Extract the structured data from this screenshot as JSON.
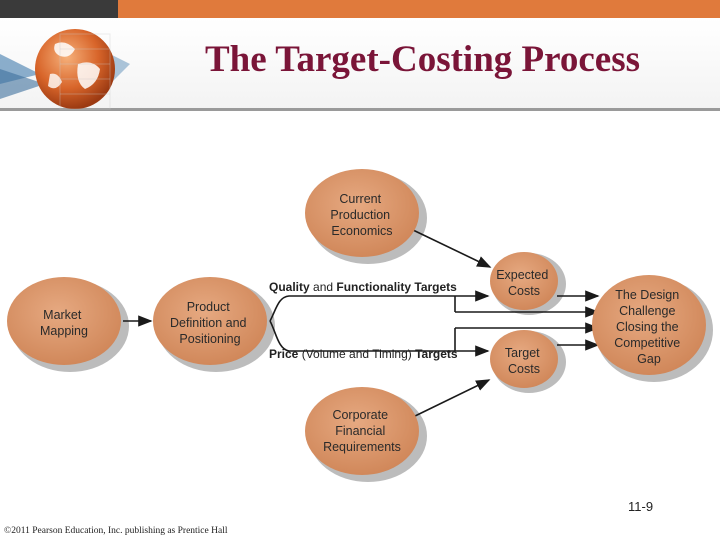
{
  "slide": {
    "title": "The Target-Costing Process",
    "number": "11-9",
    "copyright": "©2011 Pearson Education, Inc. publishing as Prentice Hall"
  },
  "colors": {
    "title": "#7a1538",
    "oval_fill": "#d9956a",
    "oval_shadow": "#bdbdbd",
    "topbar_orange": "#e07a3c",
    "topbar_dark": "#3a3a3a"
  },
  "diagram": {
    "nodes": {
      "market_mapping": [
        "Market",
        "Mapping"
      ],
      "product_definition": [
        "Product",
        "Definition and",
        "Positioning"
      ],
      "current_production": [
        "Current",
        "Production",
        "Economics"
      ],
      "expected_costs": [
        "Expected",
        "Costs"
      ],
      "target_costs": [
        "Target",
        "Costs"
      ],
      "corporate_financial": [
        "Corporate",
        "Financial",
        "Requirements"
      ],
      "design_challenge": [
        "The Design",
        "Challenge",
        "Closing the",
        "Competitive",
        "Gap"
      ]
    },
    "labels": {
      "quality_targets_bold": "Quality",
      "quality_targets_rest": " and ",
      "quality_targets_bold2": "Functionality Targets",
      "price_targets_bold": "Price",
      "price_targets_rest": " (Volume and Timing) ",
      "price_targets_bold2": "Targets"
    }
  }
}
